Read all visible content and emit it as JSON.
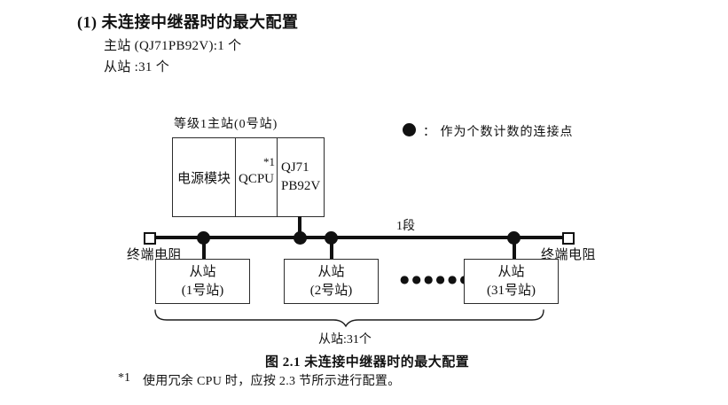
{
  "page": {
    "background": "#ffffff",
    "ink": "#111111"
  },
  "heading": {
    "title": "(1) 未连接中继器时的最大配置",
    "lines": [
      "主站 (QJ71PB92V):1 个",
      "从站 :31 个"
    ]
  },
  "legend": {
    "dot_color": "#111111",
    "label": "： 作为个数计数的连接点"
  },
  "diagram": {
    "master_station_label": "等级1主站(0号站)",
    "master_modules": {
      "power": "电源模块",
      "cpu": "QCPU",
      "cpu_note": "*1",
      "pb_line1": "QJ71",
      "pb_line2": "PB92V"
    },
    "segment_label": "1段",
    "left_terminator_label": "终端电阻",
    "right_terminator_label": "终端电阻",
    "slaves": [
      {
        "name": "从站",
        "station": "(1号站)"
      },
      {
        "name": "从站",
        "station": "(2号站)"
      },
      {
        "name": "从站",
        "station": "(31号站)"
      }
    ],
    "ellipsis": "●●●●●●",
    "brace_label": "从站:31个"
  },
  "caption": "图 2.1 未连接中继器时的最大配置",
  "footnote": {
    "marker": "*1",
    "text": "使用冗余 CPU 时，应按 2.3 节所示进行配置。"
  }
}
